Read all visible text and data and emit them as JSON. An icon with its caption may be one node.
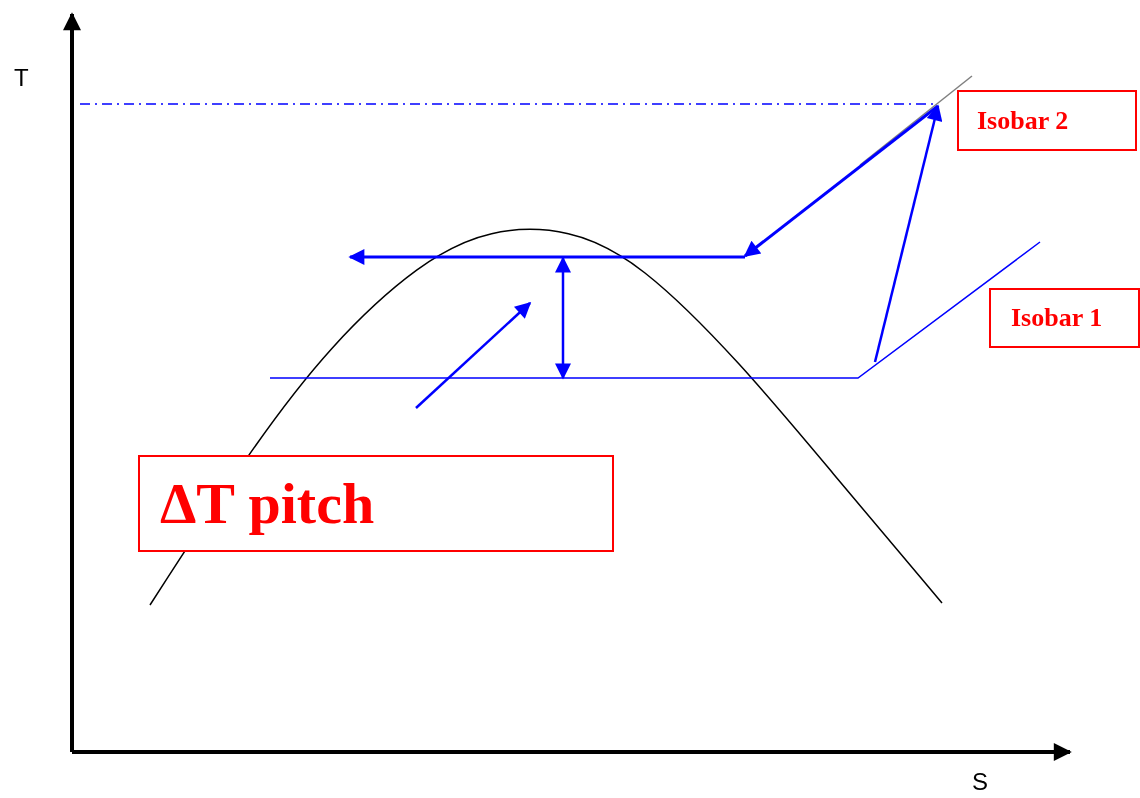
{
  "diagram": {
    "nodes": [
      {
        "text": [
          "Isobar 2"
        ]
      },
      {
        "text": [
          "Isobar 1"
        ]
      },
      {
        "text": [
          "ΔT pitch"
        ]
      }
    ],
    "labels": [
      "T",
      "S"
    ]
  }
}
